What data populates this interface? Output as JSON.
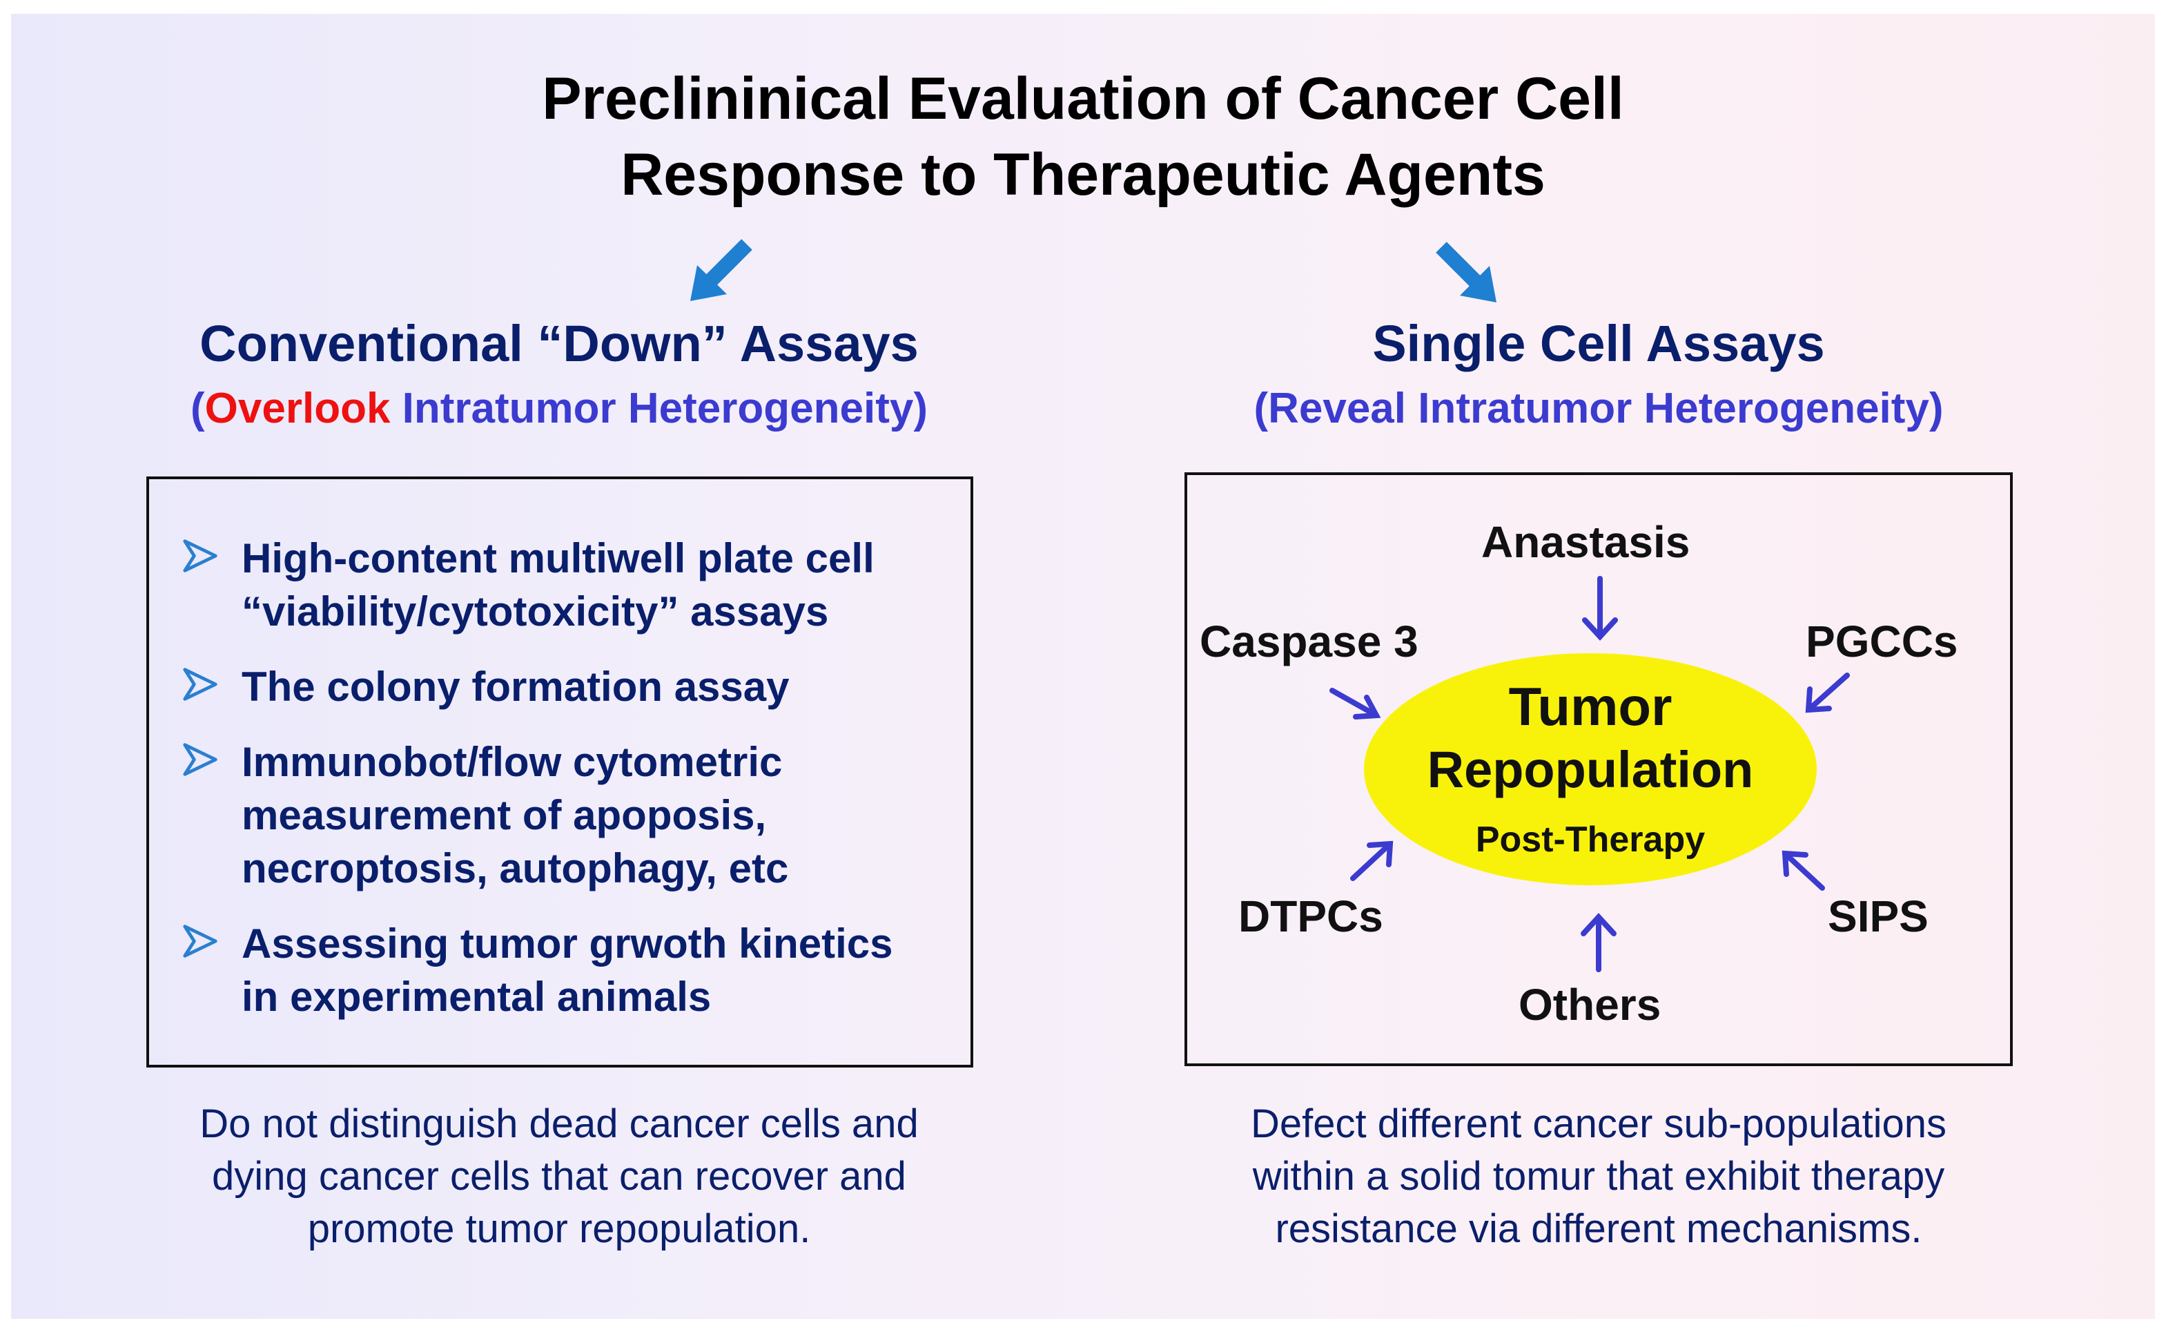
{
  "title": {
    "line1": "Preclininical Evaluation of Cancer Cell",
    "line2": "Response to Therapeutic Agents"
  },
  "left": {
    "heading": "Conventional “Down” Assays",
    "sub_open": "(",
    "sub_red": "Overlook",
    "sub_rest": " Intratumor Heterogeneity)",
    "items": [
      {
        "line1": "High-content multiwell plate cell",
        "line2": "“viability/cytotoxicity” assays",
        "line3": ""
      },
      {
        "line1": "The colony formation assay",
        "line2": "",
        "line3": ""
      },
      {
        "line1": "Immunobot/flow cytometric",
        "line2": "measurement of apoposis,",
        "line3": "necroptosis, autophagy, etc"
      },
      {
        "line1": "Assessing tumor grwoth kinetics",
        "line2": "in experimental animals",
        "line3": ""
      }
    ],
    "caption": {
      "line1": "Do not distinguish dead cancer cells and",
      "line2": "dying cancer cells that can recover and",
      "line3": "promote tumor repopulation."
    }
  },
  "right": {
    "heading": "Single Cell Assays",
    "subheading": "(Reveal Intratumor Heterogeneity)",
    "center": {
      "line1": "Tumor",
      "line2": "Repopulation",
      "line3": "Post-Therapy"
    },
    "labels": {
      "top": "Anastasis",
      "top_left": "Caspase 3",
      "top_right": "PGCCs",
      "bottom_left": "DTPCs",
      "bottom_right": "SIPS",
      "bottom": "Others"
    },
    "caption": {
      "line1": "Defect different cancer sub-populations",
      "line2": "within a solid tomur that exhibit therapy",
      "line3": "resistance via different mechanisms."
    }
  },
  "colors": {
    "heading": "#0a1f6b",
    "subheading": "#3b3bd0",
    "highlight_red": "#ee1111",
    "ellipse_fill": "#f8f20a",
    "arrow_blue": "#1f7fd0",
    "small_arrow": "#3b3bd0"
  }
}
